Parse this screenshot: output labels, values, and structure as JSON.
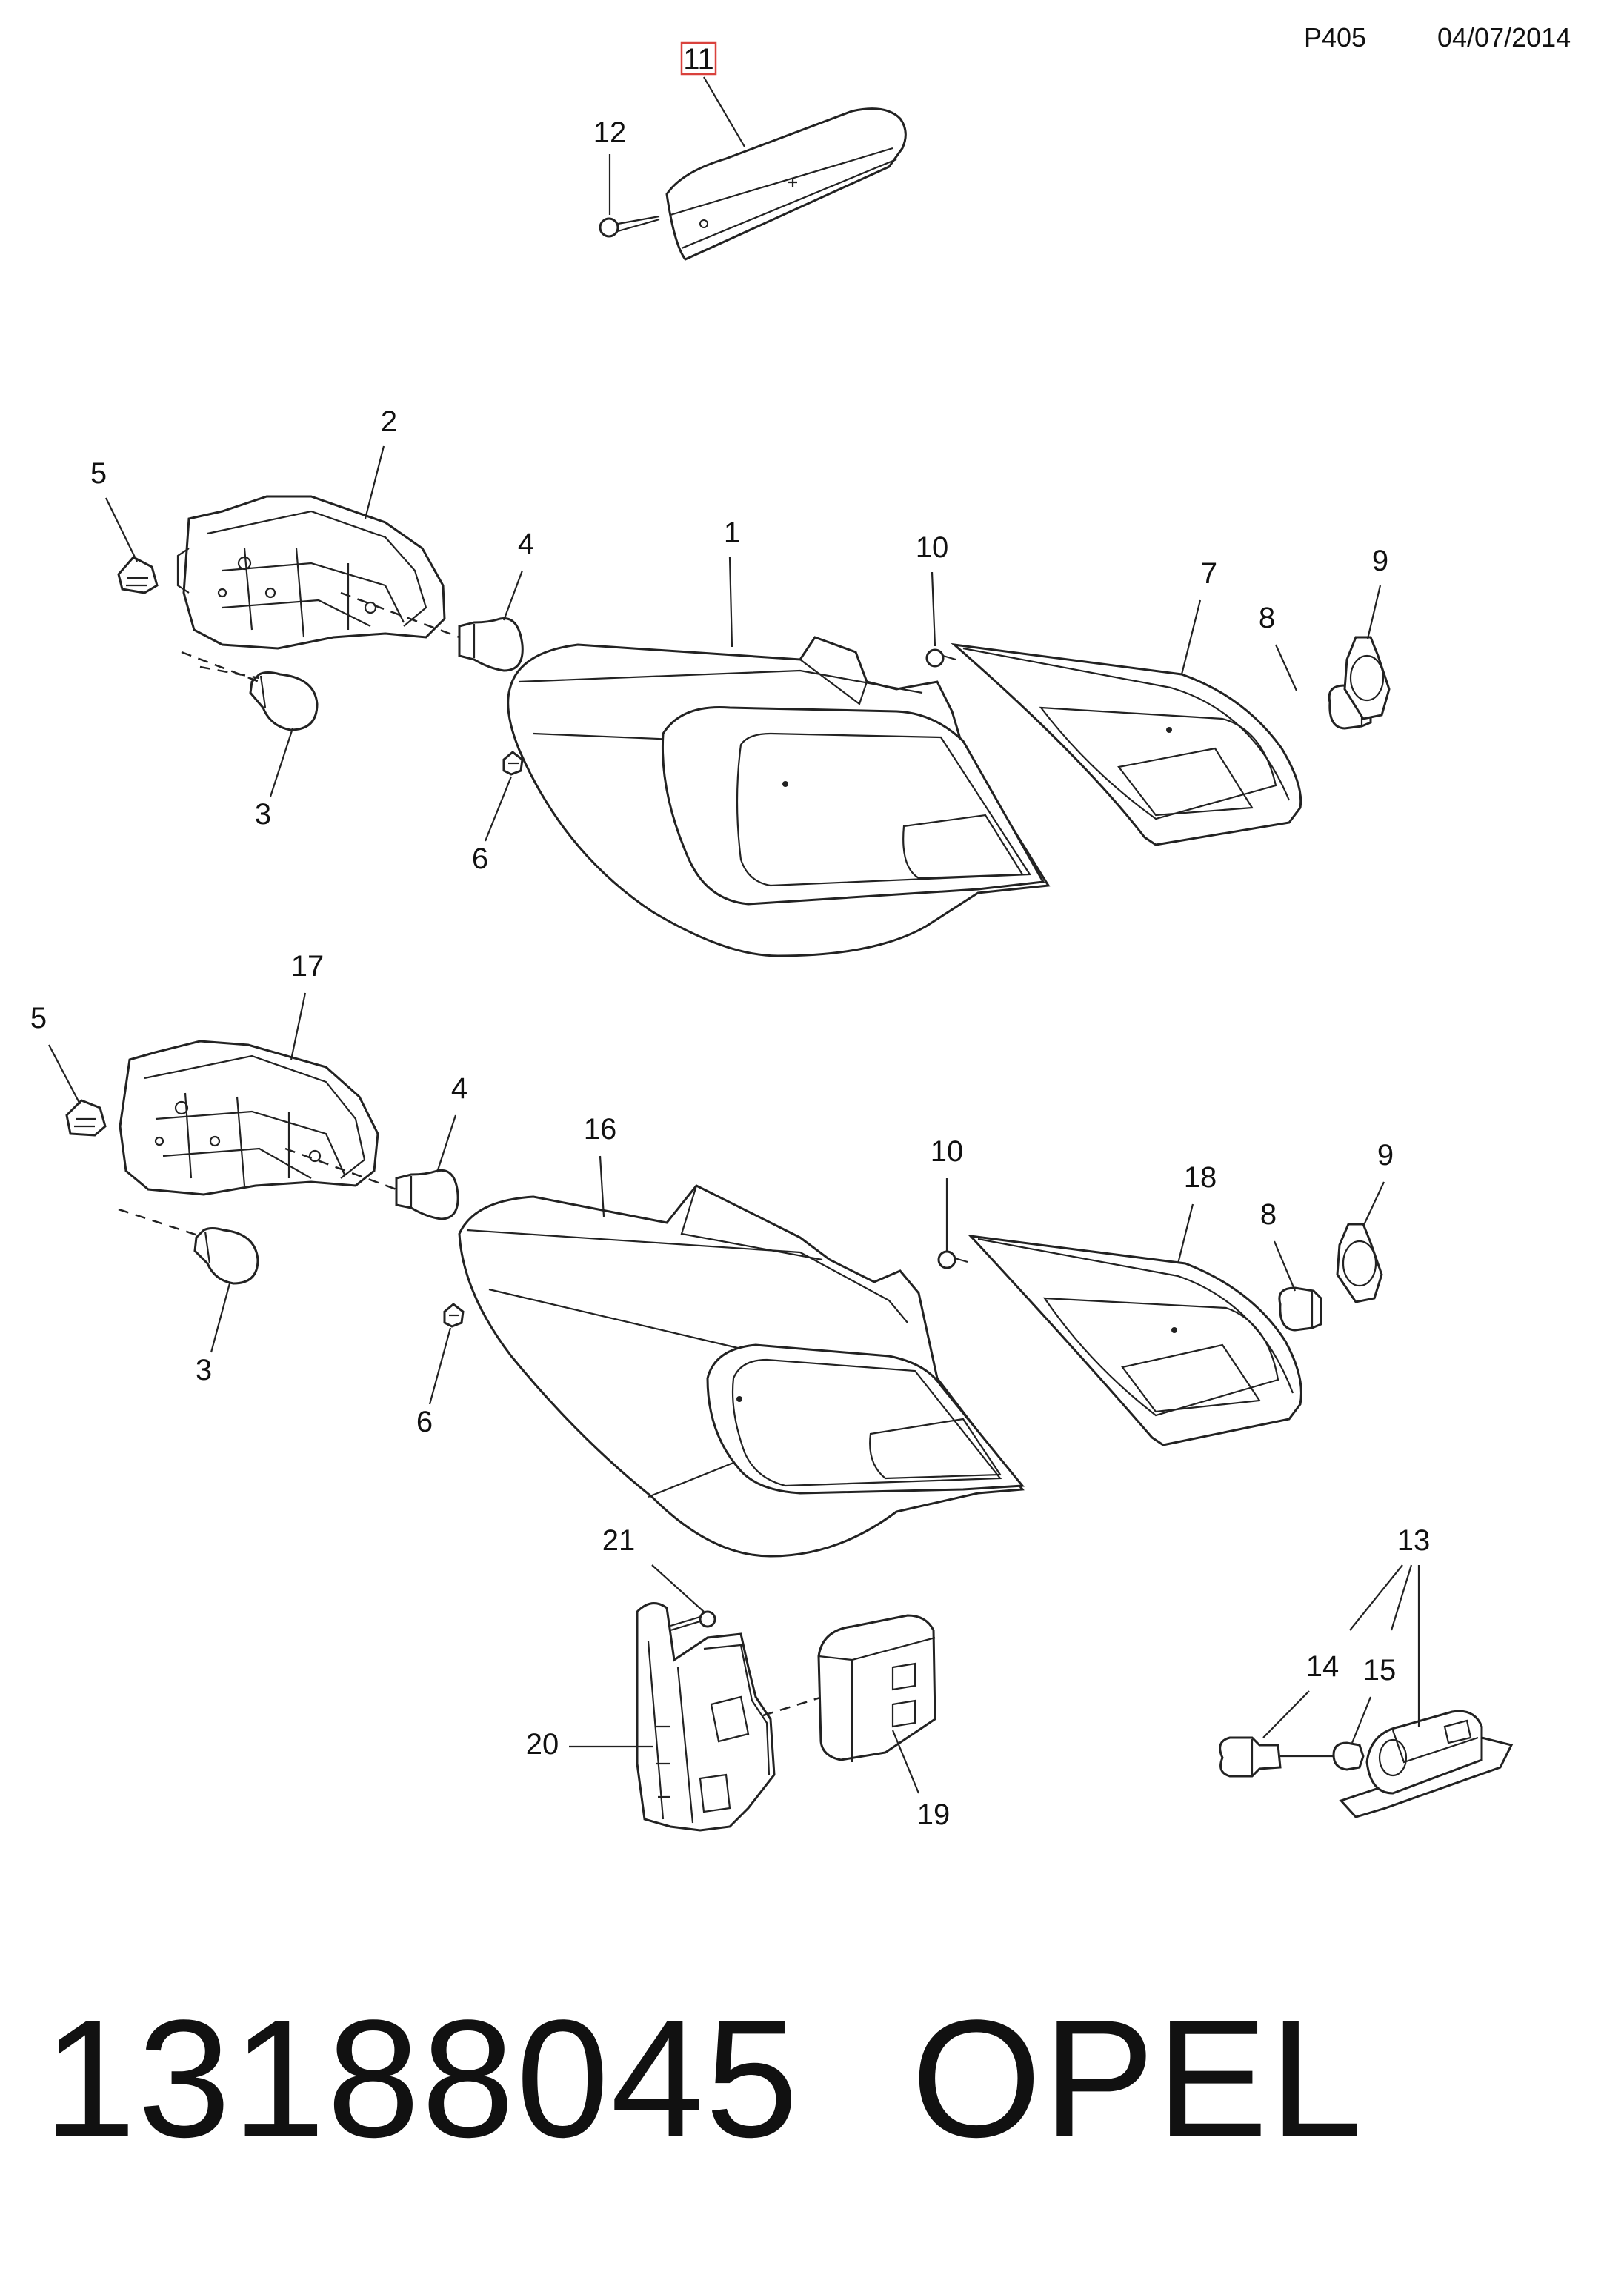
{
  "header": {
    "page_code": "P405",
    "date": "04/07/2014"
  },
  "callouts": {
    "c11": "11",
    "c12": "12",
    "c2": "2",
    "c5a": "5",
    "c4a": "4",
    "c3a": "3",
    "c6a": "6",
    "c1": "1",
    "c10a": "10",
    "c7": "7",
    "c8a": "8",
    "c9a": "9",
    "c17": "17",
    "c5b": "5",
    "c4b": "4",
    "c3b": "3",
    "c6b": "6",
    "c16": "16",
    "c10b": "10",
    "c18": "18",
    "c8b": "8",
    "c9b": "9",
    "c21": "21",
    "c20": "20",
    "c19": "19",
    "c13": "13",
    "c14": "14",
    "c15": "15"
  },
  "highlighted_callout": "11",
  "footer": {
    "part_number": "13188045",
    "brand": "OPEL"
  },
  "colors": {
    "highlight": "#d9413c",
    "ink": "#222222"
  }
}
